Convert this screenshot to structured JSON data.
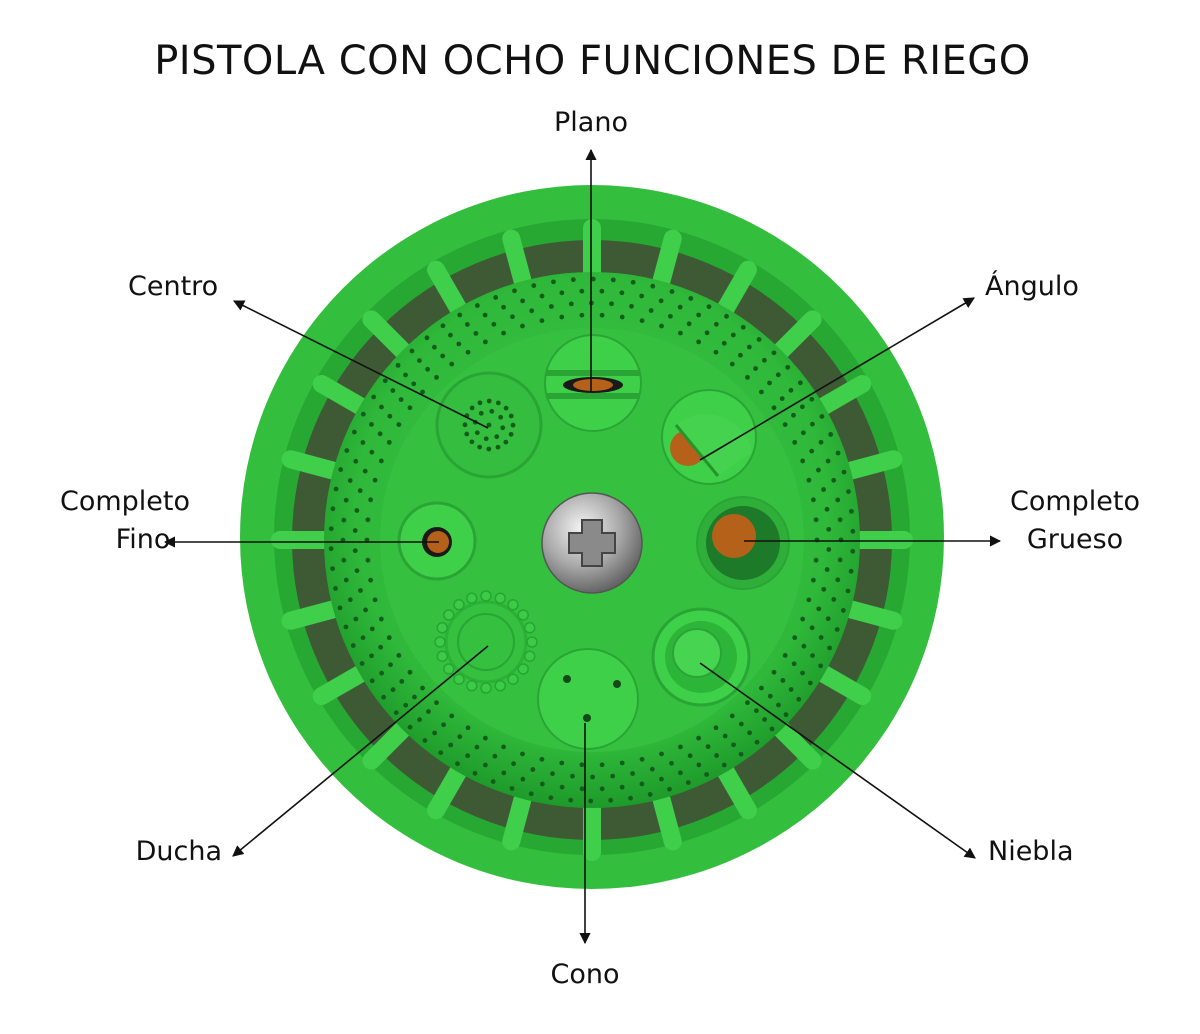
{
  "title": "PISTOLA CON OCHO FUNCIONES DE RIEGO",
  "subject": "green hose spray nozzle dial with eight spray patterns",
  "colors": {
    "body_green": "#2fb83a",
    "rim_green": "#36c23f",
    "dark_green": "#168a22",
    "light_green": "#5ed85f",
    "orifice_orange": "#b5611a",
    "screw_silver": "#c9c9c9",
    "arrow": "#111111",
    "background": "#ffffff"
  },
  "functions": [
    {
      "id": "plano",
      "line1": "Plano",
      "line2": ""
    },
    {
      "id": "angulo",
      "line1": "Ángulo",
      "line2": ""
    },
    {
      "id": "completo-grueso",
      "line1": "Completo",
      "line2": "Grueso"
    },
    {
      "id": "niebla",
      "line1": "Niebla",
      "line2": ""
    },
    {
      "id": "cono",
      "line1": "Cono",
      "line2": ""
    },
    {
      "id": "ducha",
      "line1": "Ducha",
      "line2": ""
    },
    {
      "id": "completo-fino",
      "line1": "Completo",
      "line2": "Fino"
    },
    {
      "id": "centro",
      "line1": "Centro",
      "line2": ""
    }
  ]
}
